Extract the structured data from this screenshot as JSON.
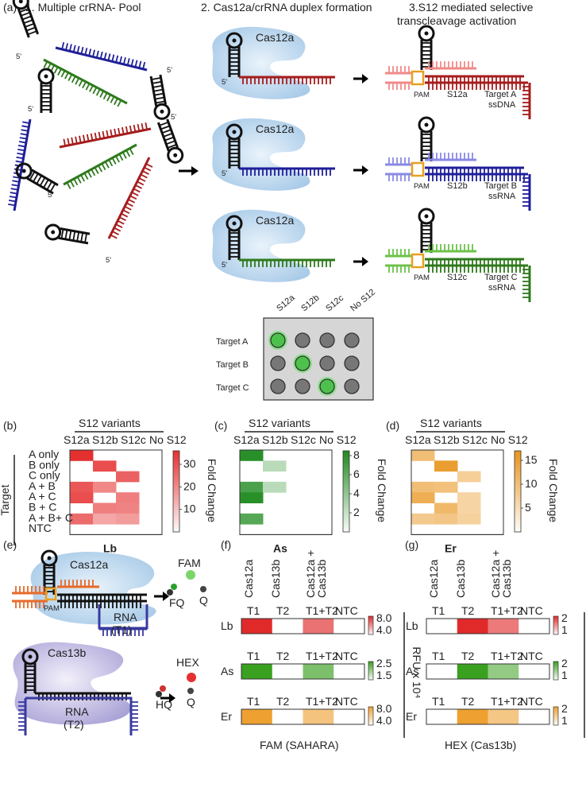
{
  "panel_labels": [
    "(a)",
    "(b)",
    "(c)",
    "(d)",
    "(e)",
    "(f)",
    "(g)"
  ],
  "step_titles": {
    "step1": "1. Multiple crRNA- Pool",
    "step2": "2. Cas12a/crRNA duplex formation",
    "step3_line1": "3.S12 mediated selective",
    "step3_line2": "transcleavage activation"
  },
  "cas12a_label": "Cas12a",
  "five_prime": "5'",
  "pam_label": "PAM",
  "complexes": [
    {
      "s12": "S12a",
      "target_line1": "Target A",
      "target_line2": "ssDNA",
      "color": "#a61c1c",
      "light": "#f08a8a"
    },
    {
      "s12": "S12b",
      "target_line1": "Target B",
      "target_line2": "ssRNA",
      "color": "#1f1f99",
      "light": "#8a8ae6"
    },
    {
      "s12": "S12c",
      "target_line1": "Target C",
      "target_line2": "ssRNA",
      "color": "#2e7a1c",
      "light": "#6cc24a"
    }
  ],
  "plate": {
    "columns": [
      "S12a",
      "S12b",
      "S12c",
      "No S12"
    ],
    "rows": [
      "Target A",
      "Target B",
      "Target C"
    ],
    "positives": [
      [
        0,
        0
      ],
      [
        1,
        1
      ],
      [
        2,
        2
      ]
    ]
  },
  "heatmap_common": {
    "header": "S12 variants",
    "columns": [
      "S12a",
      "S12b",
      "S12c",
      "No S12"
    ],
    "rows": [
      "A only",
      "B only",
      "C only",
      "A + B",
      "A + C",
      "B + C",
      "A + B+ C",
      "NTC"
    ],
    "row_axis_label": "Target",
    "colorbar_label": "Fold Change"
  },
  "heatmaps": [
    {
      "name": "Lb",
      "color": "#e53030",
      "vmax": 36,
      "ticks": [
        10,
        20,
        30
      ],
      "values": [
        [
          36,
          0,
          0,
          0
        ],
        [
          0,
          30,
          0,
          0
        ],
        [
          0,
          0,
          26,
          0
        ],
        [
          28,
          18,
          0,
          0
        ],
        [
          30,
          0,
          20,
          0
        ],
        [
          0,
          20,
          19,
          0
        ],
        [
          24,
          12,
          14,
          0
        ],
        [
          0,
          0,
          0,
          0
        ]
      ]
    },
    {
      "name": "As",
      "color": "#1e8a1e",
      "vmax": 8.5,
      "ticks": [
        2,
        4,
        6,
        8
      ],
      "values": [
        [
          8,
          0,
          0,
          0
        ],
        [
          0,
          1.6,
          0,
          0
        ],
        [
          0,
          0,
          0,
          0
        ],
        [
          6.5,
          1.6,
          0,
          0
        ],
        [
          8,
          0,
          0,
          0
        ],
        [
          0,
          0,
          0,
          0
        ],
        [
          6,
          0,
          0,
          0
        ],
        [
          0,
          0,
          0,
          0
        ]
      ]
    },
    {
      "name": "Er",
      "color": "#e8931a",
      "vmax": 17,
      "ticks": [
        5,
        10,
        15
      ],
      "values": [
        [
          9,
          0,
          0,
          0
        ],
        [
          0,
          15,
          0,
          0
        ],
        [
          0,
          0,
          6,
          0
        ],
        [
          9,
          8.5,
          0,
          0
        ],
        [
          12,
          0,
          5,
          0
        ],
        [
          0,
          10,
          5,
          0
        ],
        [
          7,
          7.5,
          5.5,
          0
        ],
        [
          0,
          0,
          0,
          0
        ]
      ]
    }
  ],
  "panel_e": {
    "cas12a": "Cas12a",
    "cas13b": "Cas13b",
    "rna1_line1": "RNA",
    "rna1_line2": "(T1)",
    "rna2_line1": "RNA",
    "rna2_line2": "(T2)",
    "fam": "FAM",
    "fq": "FQ",
    "q": "Q",
    "hex": "HEX",
    "hq": "HQ",
    "pam": "PAM"
  },
  "panel_fg": {
    "column_headers": [
      "Cas12a",
      "Cas13b",
      "Cas12a + Cas13b"
    ],
    "bar_labels": [
      "T1",
      "T2",
      "T1+T2",
      "NTC"
    ],
    "rows": [
      "Lb",
      "As",
      "Er"
    ],
    "axis_label": "RFU x 10⁴",
    "f_caption": "FAM (SAHARA)",
    "g_caption": "HEX (Cas13b)",
    "f_scales": [
      [
        "8.0",
        "4.0"
      ],
      [
        "2.5",
        "1.5"
      ],
      [
        "8.0",
        "4.0"
      ]
    ],
    "g_scales": [
      [
        "2",
        "1"
      ],
      [
        "2",
        "1"
      ],
      [
        "2",
        "1"
      ]
    ],
    "f_values": [
      [
        1,
        0,
        0.55,
        0
      ],
      [
        1,
        0,
        0.55,
        0
      ],
      [
        1,
        0,
        0.5,
        0
      ]
    ],
    "g_values": [
      [
        0,
        1,
        0.5,
        0
      ],
      [
        0,
        1,
        0.4,
        0
      ],
      [
        0,
        1,
        0.45,
        0
      ]
    ],
    "row_colors": [
      "#e02a2a",
      "#3aa020",
      "#eea030"
    ]
  }
}
